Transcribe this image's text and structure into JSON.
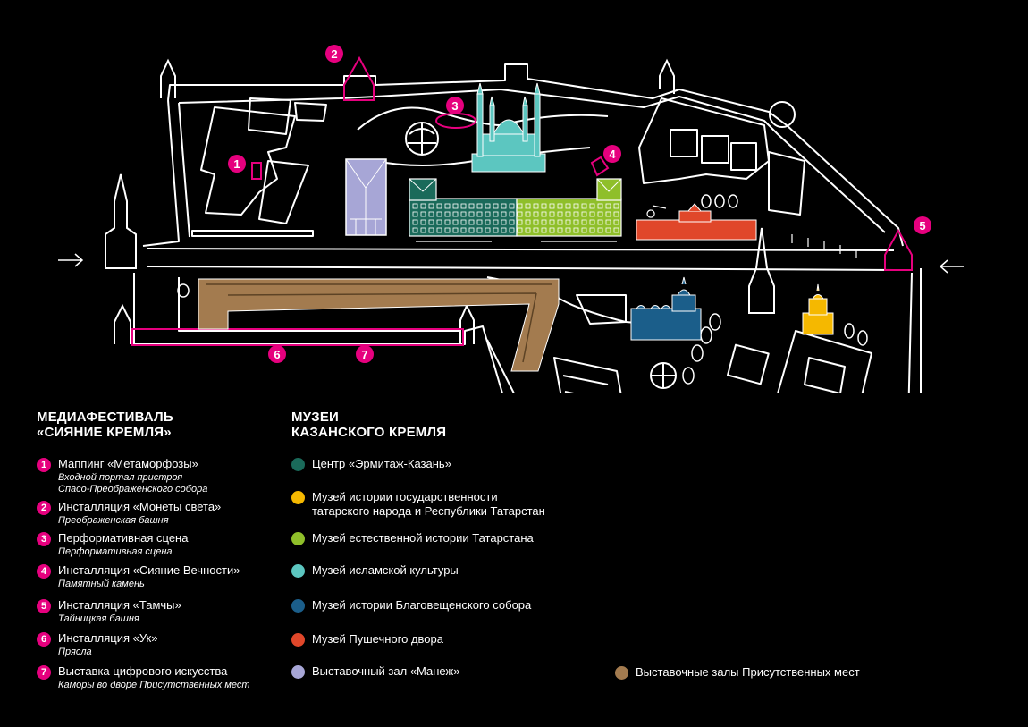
{
  "colors": {
    "magenta": "#e6007e",
    "hermitage": "#1a6a5a",
    "state_museum": "#f5b800",
    "natural_history": "#8fbf2a",
    "islamic": "#5cc6c0",
    "annunciation": "#1b5e8a",
    "cannon_yard": "#e0472a",
    "manege": "#a7a6d6",
    "presence_halls": "#a37b4f"
  },
  "markers": [
    "1",
    "2",
    "3",
    "4",
    "5",
    "6",
    "7"
  ],
  "festival": {
    "title": "МЕДИАФЕСТИВАЛЬ\n«СИЯНИЕ КРЕМЛЯ»",
    "items": [
      {
        "num": "1",
        "name": "Маппинг «Метаморфозы»",
        "sub": "Входной портал пристроя",
        "sub2": "Спасо-Преображенского собора"
      },
      {
        "num": "2",
        "name": "Инсталляция «Монеты света»",
        "sub": "Преображенская башня"
      },
      {
        "num": "3",
        "name": "Перформативная сцена",
        "sub": "Перформативная сцена"
      },
      {
        "num": "4",
        "name": "Инсталляция «Сияние Вечности»",
        "sub": "Памятный камень"
      },
      {
        "num": "5",
        "name": "Инсталляция «Тамчы»",
        "sub": "Тайницкая башня"
      },
      {
        "num": "6",
        "name": "Инсталляция «Ук»",
        "sub": "Прясла"
      },
      {
        "num": "7",
        "name": "Выставка цифрового искусства",
        "sub": "Каморы во дворе Присутственных мест"
      }
    ]
  },
  "museums": {
    "title": "МУЗЕИ\nКАЗАНСКОГО КРЕМЛЯ",
    "items": [
      {
        "name": "Центр «Эрмитаж-Казань»",
        "color": "#1a6a5a"
      },
      {
        "name": "Музей истории государственности\nтатарского народа и Республики Татарстан",
        "color": "#f5b800"
      },
      {
        "name": "Музей естественной истории Татарстана",
        "color": "#8fbf2a"
      },
      {
        "name": "Музей исламской культуры",
        "color": "#5cc6c0"
      },
      {
        "name": "Музей истории Благовещенского собора",
        "color": "#1b5e8a"
      },
      {
        "name": "Музей Пушечного двора",
        "color": "#e0472a"
      },
      {
        "name": "Выставочный зал «Манеж»",
        "color": "#a7a6d6"
      }
    ]
  },
  "extra": {
    "name": "Выставочные залы Присутственных мест",
    "color": "#a37b4f"
  }
}
